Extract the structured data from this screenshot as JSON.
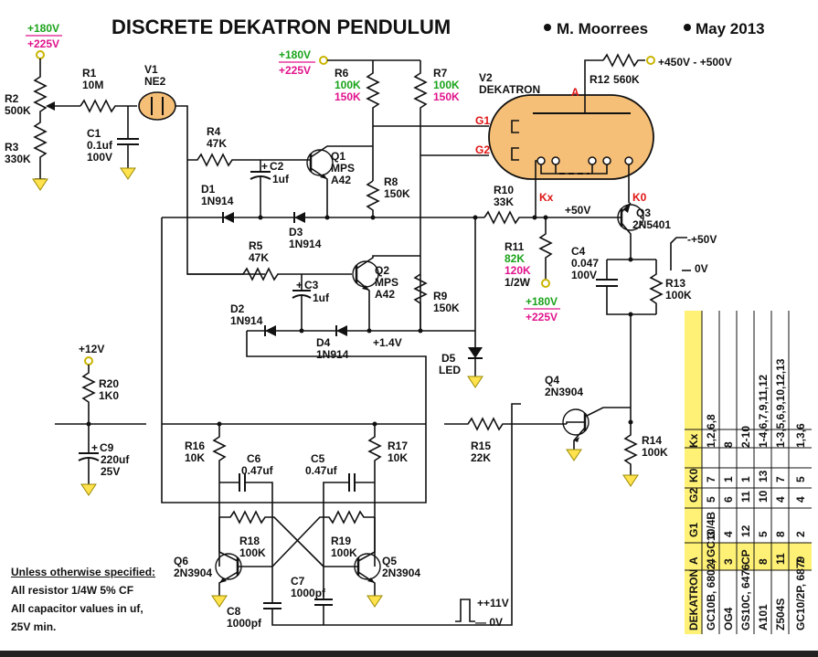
{
  "title": "DISCRETE  DEKATRON  PENDULUM",
  "author": "M. Moorrees",
  "date": "May 2013",
  "note": {
    "heading": "Unless otherwise specified:",
    "line1": "All resistor 1/4W 5% CF",
    "line2": "All capacitor values in uf,",
    "line3": "25V min."
  },
  "supplies": {
    "v180": "+180V",
    "v225": "+225V",
    "hv": "+450V - +500V",
    "v12": "+12V",
    "v50": "+50V",
    "lv14": "+1.4V",
    "pulse_hi": "+11V",
    "pulse_lo": "0V",
    "q3_hi": "+50V",
    "q3_lo": "0V"
  },
  "components": {
    "r1": [
      "R1",
      "10M"
    ],
    "r2": [
      "R2",
      "500K"
    ],
    "r3": [
      "R3",
      "330K"
    ],
    "c1": [
      "C1",
      "0.1uf",
      "100V"
    ],
    "v1": [
      "V1",
      "NE2"
    ],
    "r4": [
      "R4",
      "47K"
    ],
    "c2": [
      "+",
      "C2",
      "1uf"
    ],
    "q1": [
      "Q1",
      "MPS",
      "A42"
    ],
    "r6": [
      "R6",
      "100K",
      "150K"
    ],
    "r7": [
      "R7",
      "100K",
      "150K"
    ],
    "r8": [
      "R8",
      "150K"
    ],
    "d1": [
      "D1",
      "1N914"
    ],
    "d3": [
      "D3",
      "1N914"
    ],
    "r5": [
      "R5",
      "47K"
    ],
    "c3": [
      "+",
      "C3",
      "1uf"
    ],
    "q2": [
      "Q2",
      "MPS",
      "A42"
    ],
    "r9": [
      "R9",
      "150K"
    ],
    "d2": [
      "D2",
      "1N914"
    ],
    "d4": [
      "D4",
      "1N914"
    ],
    "d5": [
      "D5",
      "LED"
    ],
    "v2": [
      "V2",
      "DEKATRON"
    ],
    "r12": [
      "R12",
      "560K"
    ],
    "r10": [
      "R10",
      "33K"
    ],
    "r11": [
      "R11",
      "82K",
      "120K",
      "1/2W"
    ],
    "q3": [
      "Q3",
      "2N5401"
    ],
    "c4": [
      "C4",
      "0.047",
      "100V"
    ],
    "r13": [
      "R13",
      "100K"
    ],
    "q4": [
      "Q4",
      "2N3904"
    ],
    "r14": [
      "R14",
      "100K"
    ],
    "r15": [
      "R15",
      "22K"
    ],
    "r20": [
      "R20",
      "1K0"
    ],
    "c9": [
      "+",
      "C9",
      "220uf",
      "25V"
    ],
    "r16": [
      "R16",
      "10K"
    ],
    "r17": [
      "R17",
      "10K"
    ],
    "c6": [
      "C6",
      "0.47uf"
    ],
    "c5": [
      "C5",
      "0.47uf"
    ],
    "r18": [
      "R18",
      "100K"
    ],
    "r19": [
      "R19",
      "100K"
    ],
    "q6": [
      "Q6",
      "2N3904"
    ],
    "q5": [
      "Q5",
      "2N3904"
    ],
    "c7": [
      "C7",
      "1000pf"
    ],
    "c8": [
      "C8",
      "1000pf"
    ]
  },
  "tube_pins": {
    "anode": "A",
    "g1": "G1",
    "g2": "G2",
    "kx": "Kx",
    "k0": "K0"
  },
  "table": {
    "header": [
      "DEKATRON",
      "A",
      "G1",
      "G2",
      "K0",
      "Kx"
    ],
    "rows": [
      [
        "GC10B, 6802, GC10/4B",
        "4",
        "3",
        "5",
        "7",
        "1,2,6,8"
      ],
      [
        "OG4",
        "3",
        "4",
        "6",
        "1",
        "8"
      ],
      [
        "GS10C, 6476",
        "CP",
        "12",
        "11",
        "1",
        "2-10"
      ],
      [
        "A101",
        "8",
        "5",
        "10",
        "13",
        "1-4,6,7,9,11,12"
      ],
      [
        "Z504S",
        "11",
        "8",
        "4",
        "7",
        "1-3,5,6,9,10,12,13"
      ],
      [
        "GC10/2P, 6879",
        "7",
        "2",
        "4",
        "5",
        "1,3,6"
      ]
    ]
  },
  "colors": {
    "green": "#1aa31a",
    "magenta": "#e0138c",
    "red": "#e01414",
    "tube": "#f6bf77",
    "table_hi": "#fff176"
  }
}
